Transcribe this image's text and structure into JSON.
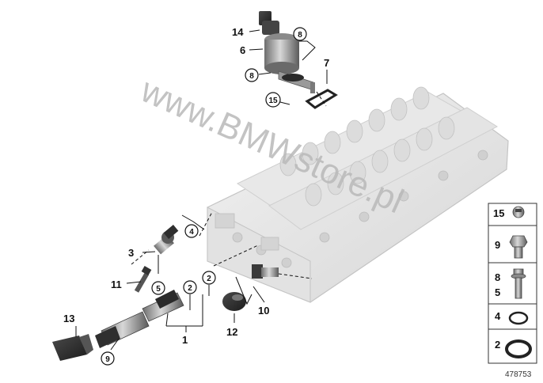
{
  "watermark": "www.BMWstore.pl",
  "reference_number": "478753",
  "callouts": {
    "c1": "1",
    "c2a": "2",
    "c2b": "2",
    "c3": "3",
    "c4": "4",
    "c5": "5",
    "c6": "6",
    "c7": "7",
    "c8a": "8",
    "c8b": "8",
    "c9": "9",
    "c10": "10",
    "c11": "11",
    "c12": "12",
    "c13": "13",
    "c14": "14",
    "c15": "15"
  },
  "legend": {
    "row1": "15",
    "row2": "9",
    "row3a": "8",
    "row3b": "5",
    "row4": "4",
    "row5": "2"
  }
}
